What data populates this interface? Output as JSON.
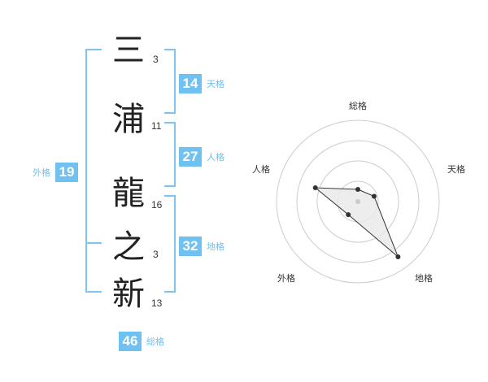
{
  "name": [
    {
      "char": "三",
      "strokes": "3"
    },
    {
      "char": "浦",
      "strokes": "11"
    },
    {
      "char": "龍",
      "strokes": "16"
    },
    {
      "char": "之",
      "strokes": "3"
    },
    {
      "char": "新",
      "strokes": "13"
    }
  ],
  "scores": {
    "tenkaku": {
      "value": "14",
      "label": "天格"
    },
    "jinkaku": {
      "value": "27",
      "label": "人格"
    },
    "chikaku": {
      "value": "32",
      "label": "地格"
    },
    "gaikaku": {
      "value": "19",
      "label": "外格"
    },
    "soukaku": {
      "value": "46",
      "label": "総格"
    }
  },
  "radar": {
    "axes": [
      "総格",
      "天格",
      "地格",
      "外格",
      "人格"
    ],
    "values": [
      0.15,
      0.21,
      0.84,
      0.2,
      0.55
    ],
    "ring_count": 4,
    "colors": {
      "ring": "#cccccc",
      "fill": "#e8e8e8",
      "line": "#333333",
      "point": "#333333"
    }
  },
  "colors": {
    "accent": "#6ec1f0",
    "bracket": "#7fc4ee"
  }
}
